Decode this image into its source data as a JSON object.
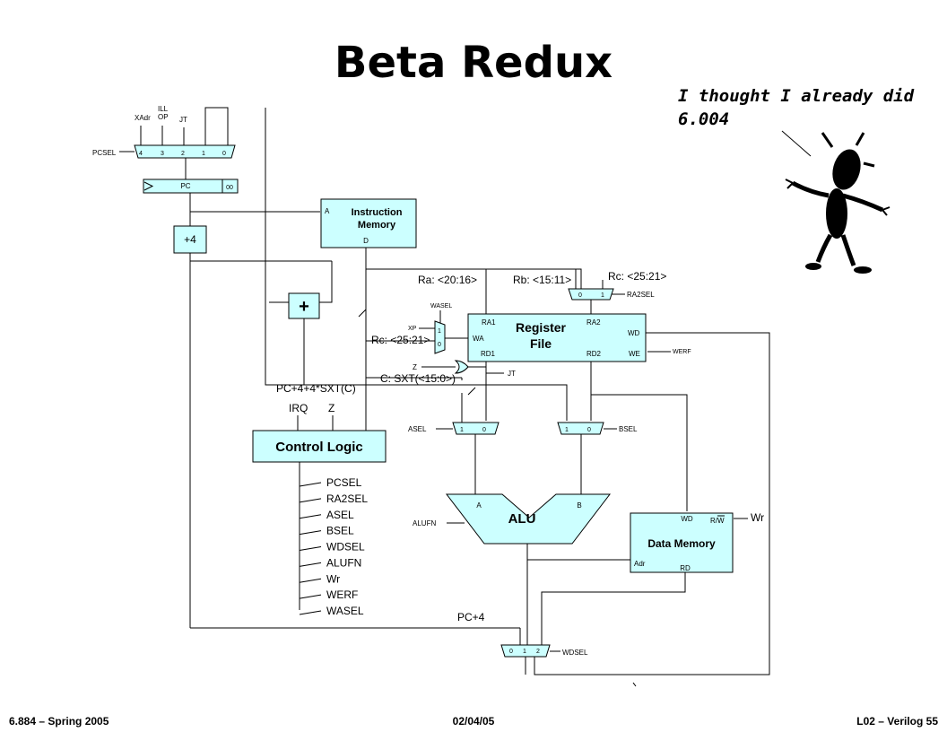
{
  "slide": {
    "title": "Beta Redux",
    "quote_line1": "I thought I already did",
    "quote_line2": "6.004",
    "footer_left": "6.884 – Spring 2005",
    "footer_center": "02/04/05",
    "footer_right": "L02 – Verilog   55"
  },
  "diagram": {
    "pcsel_mux": {
      "label": "PCSEL",
      "inputs": [
        "4",
        "3",
        "2",
        "1",
        "0"
      ],
      "xadr": "XAdr",
      "ill": "ILL",
      "op": "OP",
      "jt": "JT"
    },
    "pc": {
      "label": "PC",
      "low_bits": "00"
    },
    "plus4": {
      "label": "+4"
    },
    "adder": {
      "label": "+"
    },
    "imem": {
      "title1": "Instruction",
      "title2": "Memory",
      "port_a": "A",
      "port_d": "D"
    },
    "fields": {
      "ra": "Ra: <20:16>",
      "rb": "Rb: <15:11>",
      "rc_top": "Rc: <25:21>",
      "rc_left": "Rc: <25:21>",
      "sxt": "C: SXT(<15:0>)",
      "branch_target": "PC+4+4*SXT(C)"
    },
    "ra2sel_mux": {
      "label": "RA2SEL",
      "in0": "0",
      "in1": "1"
    },
    "wasel_mux": {
      "label": "WASEL",
      "xp": "XP",
      "in1": "1",
      "in0": "0"
    },
    "regfile": {
      "title1": "Register",
      "title2": "File",
      "ra1": "RA1",
      "ra2": "RA2",
      "wa": "WA",
      "wd": "WD",
      "rd1": "RD1",
      "rd2": "RD2",
      "we": "WE",
      "werf": "WERF"
    },
    "zero_detect": {
      "z": "Z",
      "jt": "JT"
    },
    "asel_mux": {
      "label": "ASEL",
      "in1": "1",
      "in0": "0"
    },
    "bsel_mux": {
      "label": "BSEL",
      "in1": "1",
      "in0": "0"
    },
    "alu": {
      "title": "ALU",
      "a": "A",
      "b": "B",
      "fn": "ALUFN"
    },
    "dmem": {
      "title": "Data Memory",
      "wd": "WD",
      "rw": "R/W",
      "wr": "Wr",
      "adr": "Adr",
      "rd": "RD"
    },
    "control": {
      "title": "Control Logic",
      "irq": "IRQ",
      "z": "Z",
      "outputs": [
        "PCSEL",
        "RA2SEL",
        "ASEL",
        "BSEL",
        "WDSEL",
        "ALUFN",
        "Wr",
        "WERF",
        "WASEL"
      ]
    },
    "wdsel_mux": {
      "label": "WDSEL",
      "in0": "0",
      "in1": "1",
      "in2": "2",
      "pc4": "PC+4"
    }
  },
  "colors": {
    "block_fill": "#ccffff",
    "wire": "#000000",
    "figure": "#000000"
  }
}
